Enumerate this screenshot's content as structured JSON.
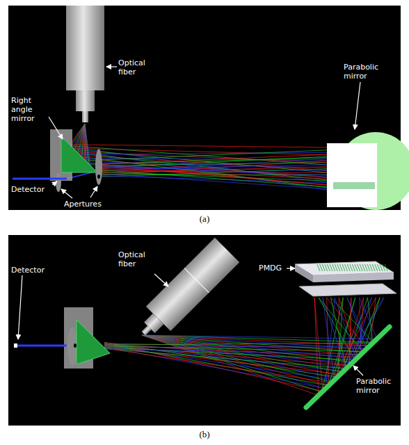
{
  "diagram": {
    "labels": [
      "Optical fiber",
      "Right angle mirror",
      "Parabolic mirror",
      "Detector",
      "Apertures",
      "(a)",
      "PMDG",
      "Optical fiber",
      "Detector",
      "Parabolic mirror",
      "(b)"
    ]
  }
}
